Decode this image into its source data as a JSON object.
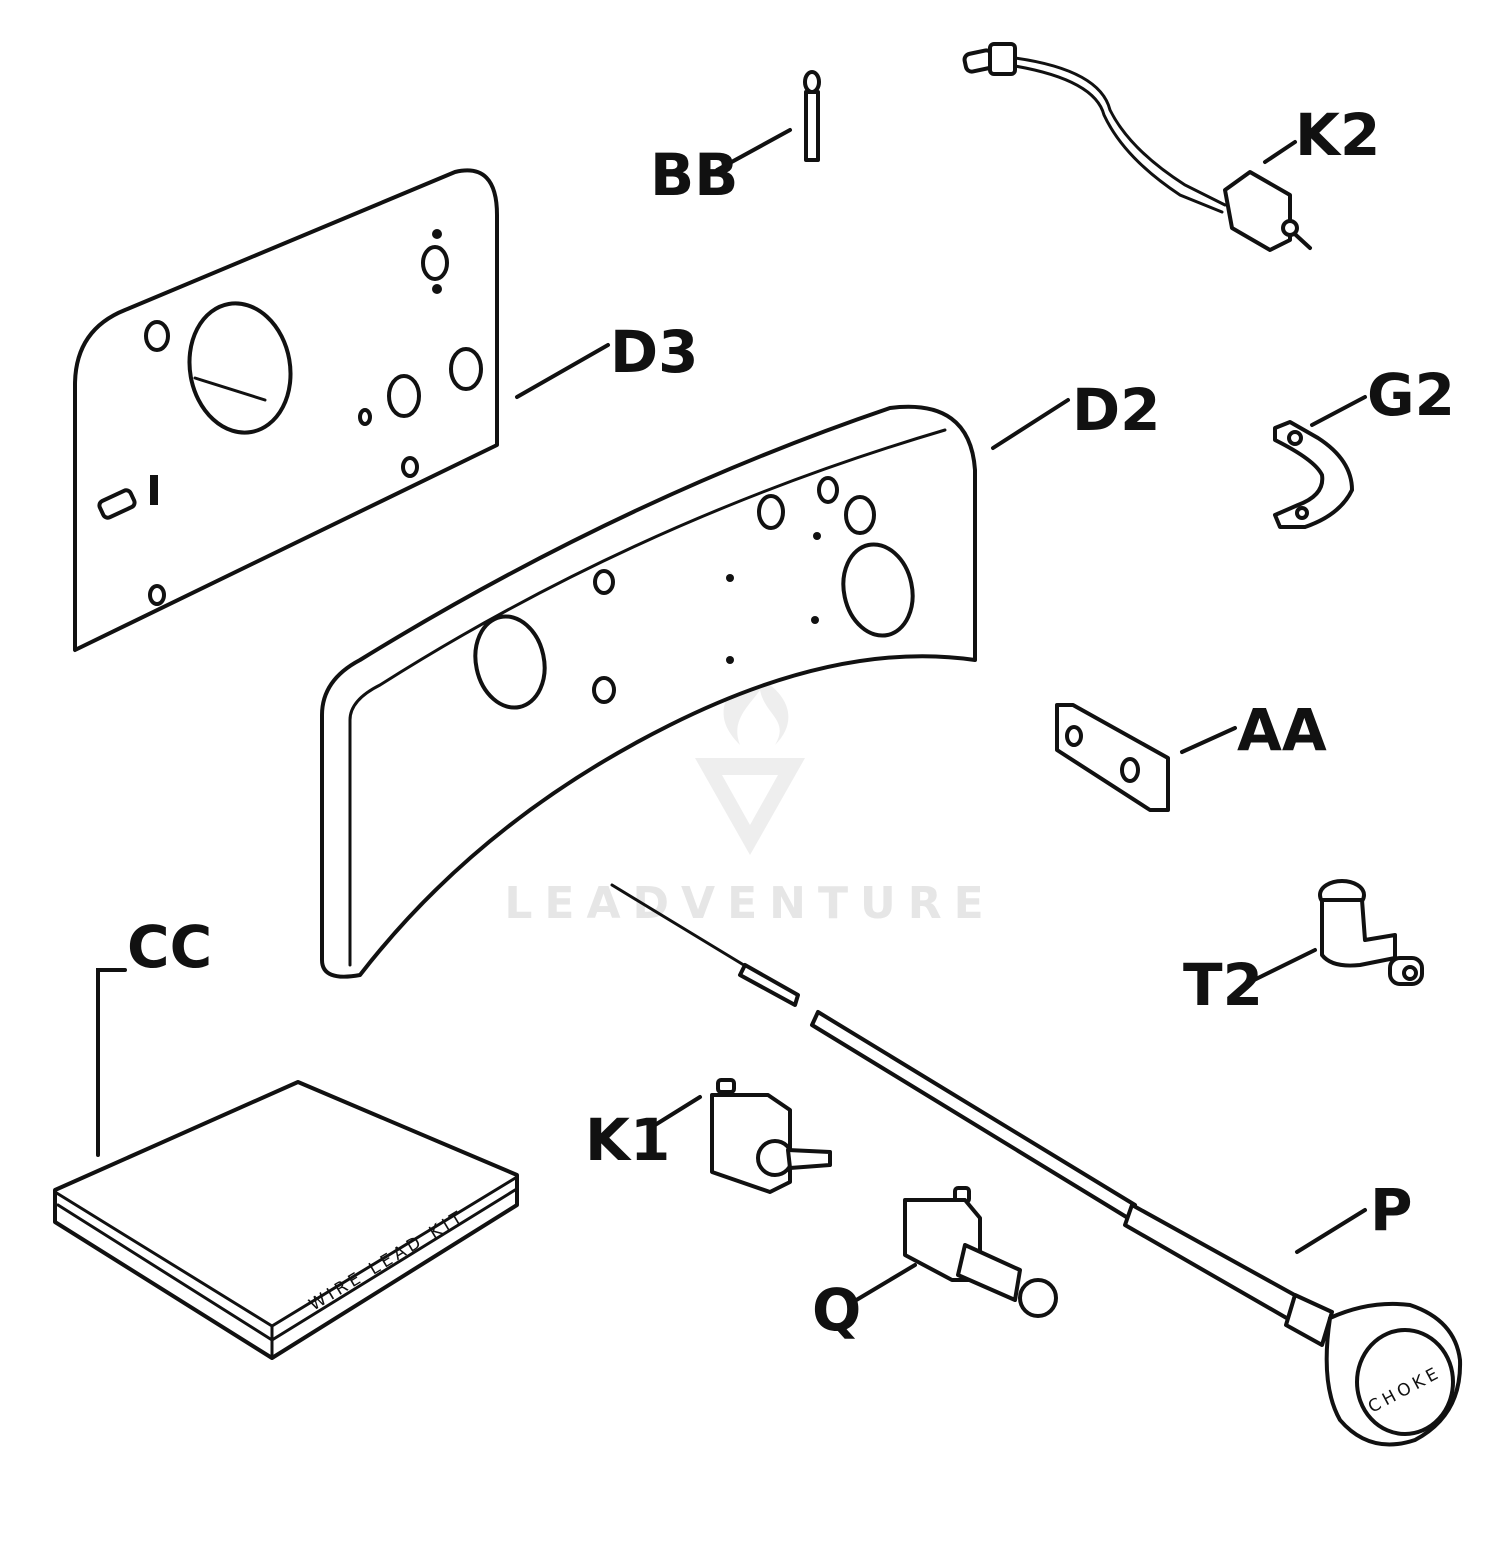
{
  "callouts": {
    "bb": "BB",
    "k2": "K2",
    "d3": "D3",
    "d2": "D2",
    "g2": "G2",
    "aa": "AA",
    "t2": "T2",
    "cc": "CC",
    "k1": "K1",
    "p": "P",
    "q": "Q"
  },
  "part_prints": {
    "wire_lead_kit": "WIRE LEAD KIT",
    "choke": "CHOKE"
  },
  "watermark": {
    "text": "LEADVENTURE"
  }
}
